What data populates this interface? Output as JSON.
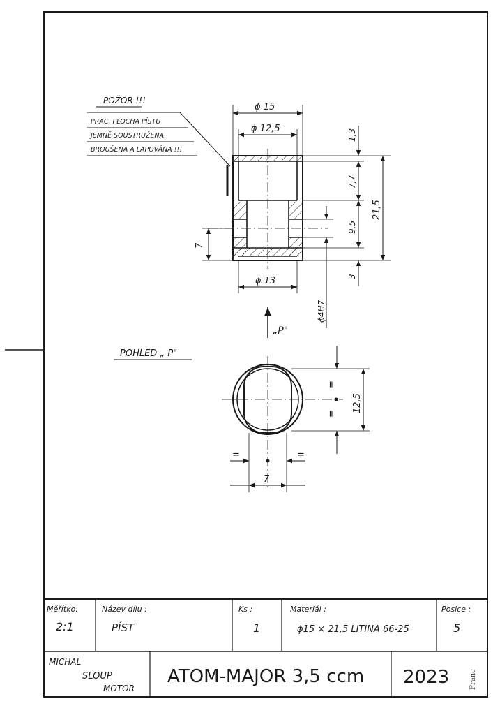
{
  "notes": {
    "warning": "POŽOR !!!",
    "lines": [
      "PRAC. PLOCHA PÍSTU",
      "JEMNĚ SOUSTRUŽENA,",
      "BROUŠENA A LAPOVÁNA !!!"
    ]
  },
  "dimensions": {
    "d15": "ϕ 15",
    "d12_5": "ϕ 12,5",
    "d13": "ϕ 13",
    "d4h7": "ϕ4H7",
    "h1_3": "1,3",
    "h7_7": "7,7",
    "h9_5": "9,5",
    "h3": "3",
    "h21_5": "21,5",
    "h7": "7",
    "view_12_5": "12,5",
    "view_7": "7",
    "equal": "="
  },
  "view_arrow_label": "„P\"",
  "view_title": "POHLED „ P\"",
  "title_block": {
    "scale_label": "Měřítko:",
    "scale_value": "2:1",
    "part_name_label": "Název dílu :",
    "part_name_value": "PÍST",
    "qty_label": "Ks :",
    "qty_value": "1",
    "material_label": "Materiál :",
    "material_value": "ϕ15 × 21,5   LITINA 66-25",
    "position_label": "Posice :",
    "position_value": "5",
    "author_line1": "MICHAL",
    "author_line2": "SLOUP",
    "author_line3": "MOTOR",
    "project": "ATOM-MAJOR 3,5 ccm",
    "year": "2023",
    "signature": "Franc"
  }
}
